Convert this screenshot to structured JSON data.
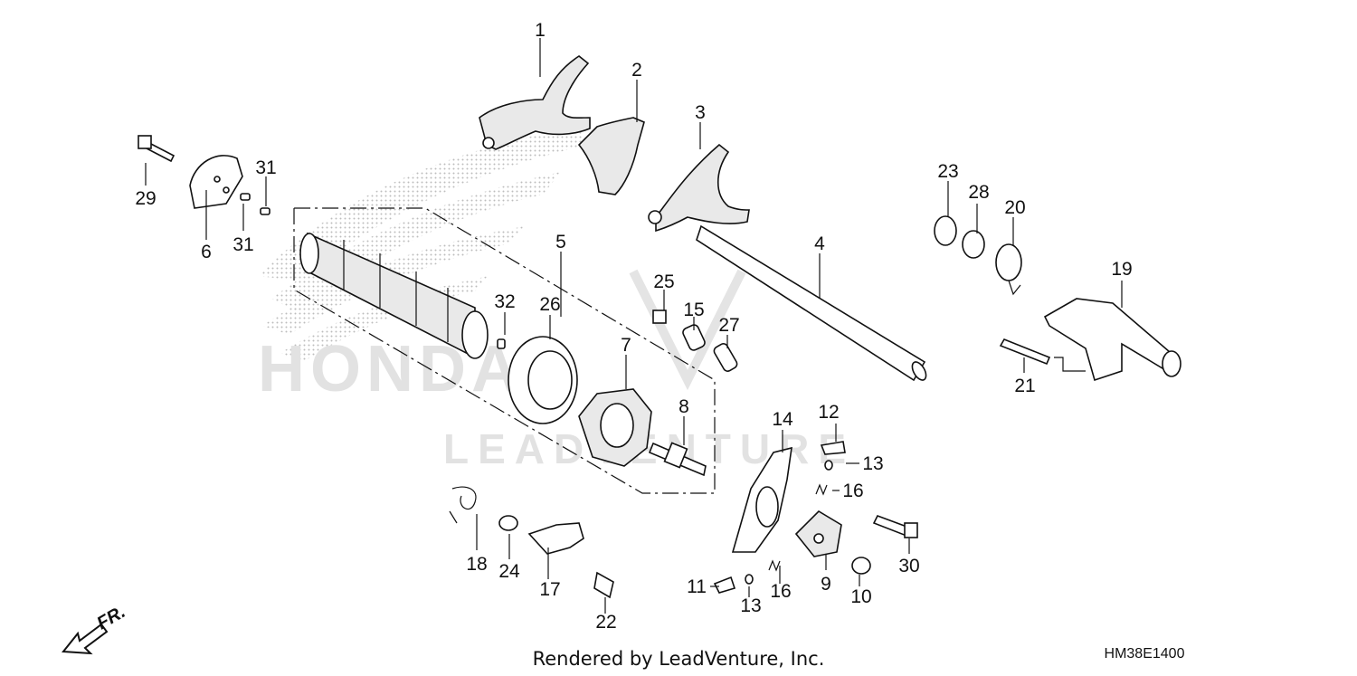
{
  "callouts": [
    "1",
    "2",
    "3",
    "4",
    "5",
    "6",
    "7",
    "8",
    "9",
    "10",
    "11",
    "12",
    "13",
    "13",
    "14",
    "15",
    "16",
    "16",
    "17",
    "18",
    "19",
    "20",
    "21",
    "22",
    "23",
    "24",
    "25",
    "26",
    "27",
    "28",
    "29",
    "30",
    "31",
    "31",
    "32"
  ],
  "footer": {
    "rendered_by": "Rendered by LeadVenture, Inc.",
    "diagram_code": "HM38E1400",
    "front_marker": "FR."
  },
  "watermarks": {
    "brand": "HONDA",
    "dealer": "LEADVENTURE"
  },
  "colors": {
    "ink": "#111111",
    "watermark": "#dcdcdc",
    "background": "#ffffff"
  }
}
